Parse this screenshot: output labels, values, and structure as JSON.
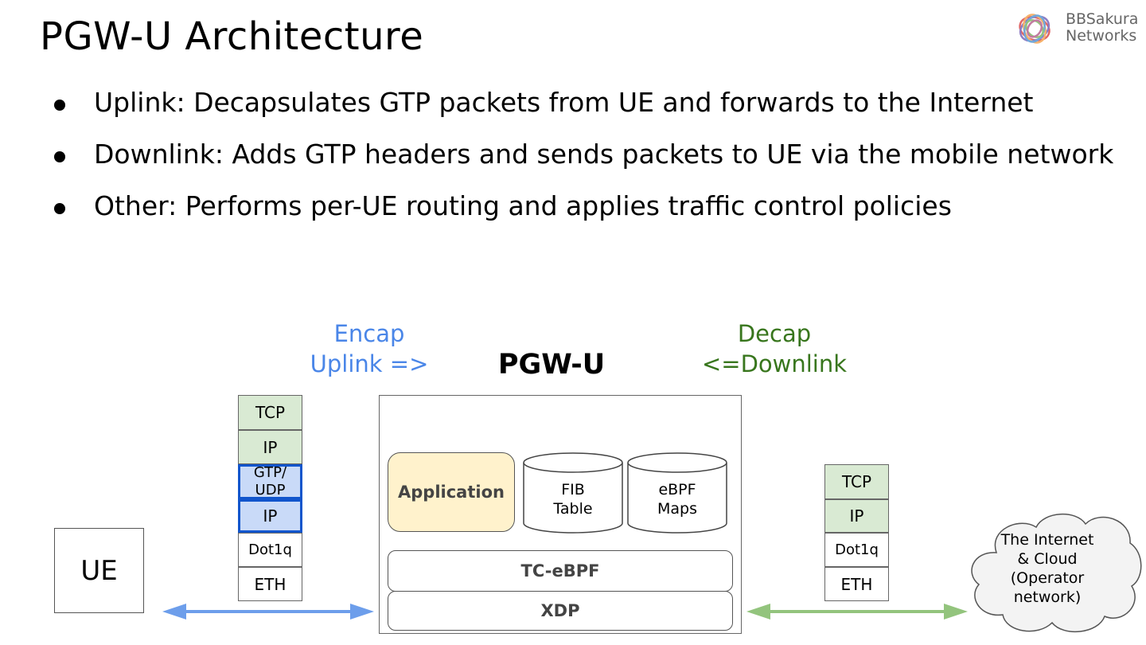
{
  "slide": {
    "title": "PGW-U Architecture",
    "bullets": [
      "Uplink: Decapsulates GTP packets from UE and forwards to the Internet",
      "Downlink: Adds GTP headers and sends packets to UE via the mobile network",
      "Other: Performs per-UE routing and applies traffic control policies"
    ],
    "logo": {
      "line1": "BBSakura",
      "line2": "Networks"
    }
  },
  "diagram": {
    "encap": {
      "line1": "Encap",
      "line2": "Uplink =>"
    },
    "decap": {
      "line1": "Decap",
      "line2": "<=Downlink"
    },
    "pgw_title": "PGW-U",
    "left_stack": [
      "TCP",
      "IP",
      "GTP/ UDP",
      "IP",
      "Dot1q",
      "ETH"
    ],
    "right_stack": [
      "TCP",
      "IP",
      "Dot1q",
      "ETH"
    ],
    "application": "Application",
    "fib": {
      "line1": "FIB",
      "line2": "Table"
    },
    "ebpf_maps": {
      "line1": "eBPF",
      "line2": "Maps"
    },
    "tc_ebpf": "TC-eBPF",
    "xdp": "XDP",
    "ue": "UE",
    "cloud": {
      "line1": "The Internet",
      "line2": "& Cloud",
      "line3": "(Operator",
      "line4": "network)"
    }
  },
  "colors": {
    "encap_blue": "#4a86e8",
    "decap_green": "#38761d",
    "green_arrow": "#93c47d",
    "layer_green": "#d9ead3",
    "layer_blue": "#c9daf8",
    "layer_blue_border": "#1155cc",
    "application_fill": "#fff2cc",
    "cloud_fill": "#f3f3f3"
  }
}
